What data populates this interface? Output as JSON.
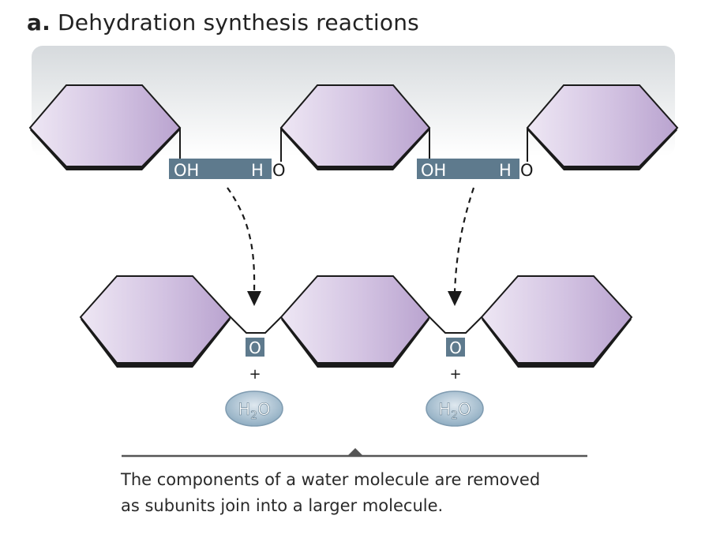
{
  "title": {
    "letter": "a.",
    "text": "Dehydration synthesis reactions"
  },
  "labels": {
    "hydroxyl": "OH",
    "hydrogen": "H",
    "oxygen": "O",
    "plus": "+",
    "water_h": "H",
    "water_sub": "2",
    "water_o": "O"
  },
  "caption": {
    "line1": "The components of a water molecule are removed",
    "line2": "as subunits join into a larger molecule."
  },
  "colors": {
    "hexagon_fill_light": "#ece4f3",
    "hexagon_fill_dark": "#b9a3cf",
    "group_box": "#5e7a8d",
    "water_fill": "#a9c2d2",
    "band_top": "#d8dcdf"
  }
}
